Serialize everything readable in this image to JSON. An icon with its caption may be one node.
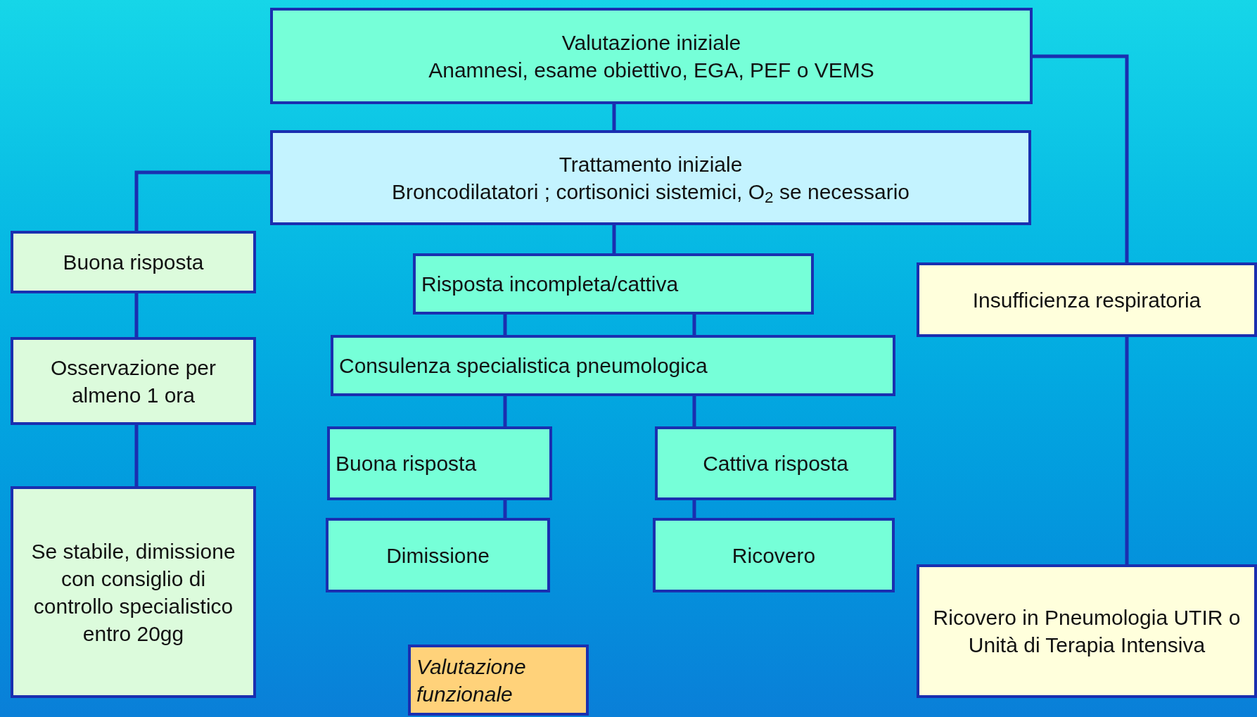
{
  "diagram": {
    "nodes": [
      {
        "text": [
          "Valutazione iniziale",
          "Anamnesi, esame obiettivo, EGA, PEF o VEMS"
        ]
      },
      {
        "text": [
          "Trattamento iniziale",
          "Broncodilatatori ; cortisonici sistemici, O$_{2}$ se necessario"
        ]
      },
      {
        "text": [
          "Buona risposta"
        ]
      },
      {
        "text": [
          "Osservazione per almeno 1 ora"
        ]
      },
      {
        "text": [
          "Se stabile, dimissione con consiglio di controllo specialistico entro 20gg"
        ]
      },
      {
        "text": [
          "Risposta incompleta/cattiva"
        ]
      },
      {
        "text": [
          "Consulenza specialistica pneumologica"
        ]
      },
      {
        "text": [
          "Buona risposta"
        ]
      },
      {
        "text": [
          "Cattiva risposta"
        ]
      },
      {
        "text": [
          "Dimissione"
        ]
      },
      {
        "text": [
          "Ricovero"
        ]
      },
      {
        "text": [
          "Insufficienza respiratoria"
        ]
      },
      {
        "text": [
          "Ricovero in Pneumologia UTIR o Unità di Terapia Intensiva"
        ]
      },
      {
        "text": [
          "Valutazione funzionale"
        ]
      }
    ],
    "edges": [
      {
        "from": 0,
        "to": 1,
        "arrow": "none"
      },
      {
        "from": 1,
        "to": 2,
        "arrow": "none"
      },
      {
        "from": 2,
        "to": 3,
        "arrow": "none"
      },
      {
        "from": 3,
        "to": 4,
        "arrow": "none"
      },
      {
        "from": 1,
        "to": 5,
        "arrow": "none"
      },
      {
        "from": 5,
        "to": 6,
        "arrow": "none"
      },
      {
        "from": 5,
        "to": 6,
        "arrow": "none"
      },
      {
        "from": 6,
        "to": 7,
        "arrow": "none"
      },
      {
        "from": 6,
        "to": 8,
        "arrow": "none"
      },
      {
        "from": 7,
        "to": 9,
        "arrow": "none"
      },
      {
        "from": 8,
        "to": 10,
        "arrow": "none"
      },
      {
        "from": 0,
        "to": 11,
        "arrow": "none"
      },
      {
        "from": 11,
        "to": 12,
        "arrow": "none"
      }
    ]
  }
}
